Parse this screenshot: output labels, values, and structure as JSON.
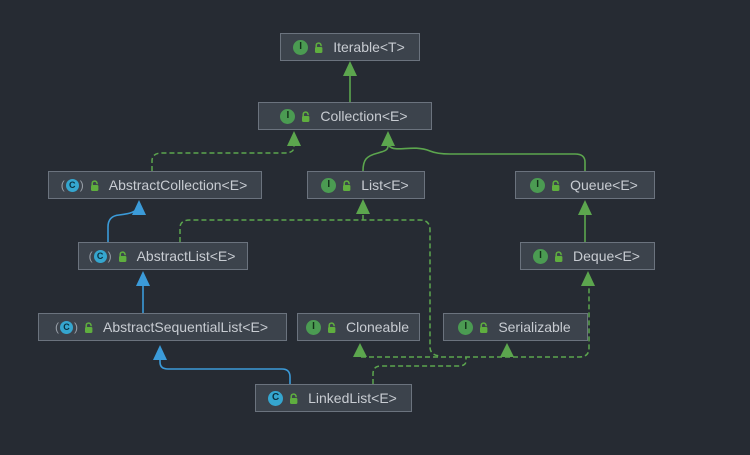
{
  "diagram": {
    "title": "LinkedList class hierarchy UML diagram",
    "background_color": "#262b33",
    "node_style": {
      "fill": "#3c434c",
      "border": "#6b737e",
      "text_color": "#c8ccd2"
    },
    "edge_colors": {
      "interface_green": "#5ca64e",
      "class_extends_blue": "#3b9bd9"
    },
    "icons": {
      "interface_icon_color": "#4b9b52",
      "class_icon_color": "#35a6cf",
      "public_lock_color": "#5fae3f"
    },
    "nodes": {
      "iterable": {
        "label": "Iterable<T>",
        "kind": "interface",
        "icon_letter": "I",
        "visibility": "public"
      },
      "collection": {
        "label": "Collection<E>",
        "kind": "interface",
        "icon_letter": "I",
        "visibility": "public"
      },
      "abstract_collection": {
        "label": "AbstractCollection<E>",
        "kind": "abstract-class",
        "icon_letter": "C",
        "visibility": "public"
      },
      "list": {
        "label": "List<E>",
        "kind": "interface",
        "icon_letter": "I",
        "visibility": "public"
      },
      "queue": {
        "label": "Queue<E>",
        "kind": "interface",
        "icon_letter": "I",
        "visibility": "public"
      },
      "abstract_list": {
        "label": "AbstractList<E>",
        "kind": "abstract-class",
        "icon_letter": "C",
        "visibility": "public"
      },
      "deque": {
        "label": "Deque<E>",
        "kind": "interface",
        "icon_letter": "I",
        "visibility": "public"
      },
      "abstract_sequential_list": {
        "label": "AbstractSequentialList<E>",
        "kind": "abstract-class",
        "icon_letter": "C",
        "visibility": "public"
      },
      "cloneable": {
        "label": "Cloneable",
        "kind": "interface",
        "icon_letter": "I",
        "visibility": "public"
      },
      "serializable": {
        "label": "Serializable",
        "kind": "interface",
        "icon_letter": "I",
        "visibility": "public"
      },
      "linked_list": {
        "label": "LinkedList<E>",
        "kind": "class",
        "icon_letter": "C",
        "visibility": "public"
      }
    },
    "edges": [
      {
        "from": "Collection<E>",
        "to": "Iterable<T>",
        "relation": "extends",
        "line": "solid-green"
      },
      {
        "from": "List<E>",
        "to": "Collection<E>",
        "relation": "extends",
        "line": "solid-green"
      },
      {
        "from": "Queue<E>",
        "to": "Collection<E>",
        "relation": "extends",
        "line": "solid-green"
      },
      {
        "from": "Deque<E>",
        "to": "Queue<E>",
        "relation": "extends",
        "line": "solid-green"
      },
      {
        "from": "AbstractCollection<E>",
        "to": "Collection<E>",
        "relation": "implements",
        "line": "dashed-green"
      },
      {
        "from": "AbstractList<E>",
        "to": "AbstractCollection<E>",
        "relation": "extends",
        "line": "solid-blue"
      },
      {
        "from": "AbstractList<E>",
        "to": "List<E>",
        "relation": "implements",
        "line": "dashed-green"
      },
      {
        "from": "AbstractSequentialList<E>",
        "to": "AbstractList<E>",
        "relation": "extends",
        "line": "solid-blue"
      },
      {
        "from": "LinkedList<E>",
        "to": "AbstractSequentialList<E>",
        "relation": "extends",
        "line": "solid-blue"
      },
      {
        "from": "LinkedList<E>",
        "to": "List<E>",
        "relation": "implements",
        "line": "dashed-green"
      },
      {
        "from": "LinkedList<E>",
        "to": "Cloneable",
        "relation": "implements",
        "line": "dashed-green"
      },
      {
        "from": "LinkedList<E>",
        "to": "Serializable",
        "relation": "implements",
        "line": "dashed-green"
      },
      {
        "from": "LinkedList<E>",
        "to": "Deque<E>",
        "relation": "implements",
        "line": "dashed-green"
      }
    ]
  }
}
